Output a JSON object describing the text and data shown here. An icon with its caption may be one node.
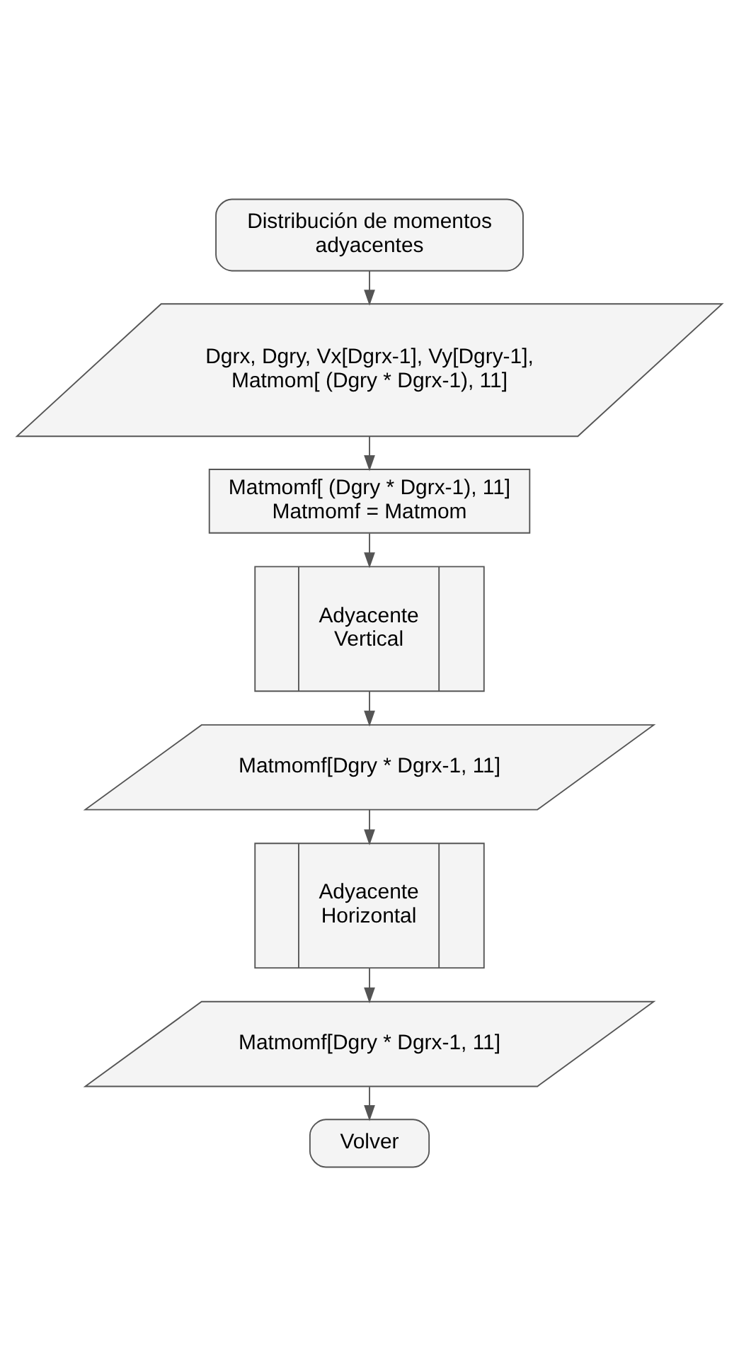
{
  "diagram": {
    "nodes": [
      {
        "text": [
          "Distribución de momentos adyacentes"
        ]
      },
      {
        "text": [
          "Dgrx, Dgry, Vx[Dgrx-1], Vy[Dgry-1], Matmom[ (Dgry * Dgrx-1), 11]"
        ]
      },
      {
        "text": [
          "Matmomf[ (Dgry * Dgrx-1), 11]",
          "Matmomf = Matmom"
        ]
      },
      {
        "text": [
          "Adyacente Vertical"
        ]
      },
      {
        "text": [
          "Matmomf[Dgry * Dgrx-1, 11]"
        ]
      },
      {
        "text": [
          "Adyacente Horizontal"
        ]
      },
      {
        "text": [
          "Matmomf[Dgry * Dgrx-1, 11]"
        ]
      },
      {
        "text": [
          "Volver"
        ]
      }
    ],
    "edges": [
      {
        "from": 0,
        "to": 1,
        "arrow": "to"
      },
      {
        "from": 1,
        "to": 2,
        "arrow": "to"
      },
      {
        "from": 2,
        "to": 3,
        "arrow": "to"
      },
      {
        "from": 3,
        "to": 4,
        "arrow": "to"
      },
      {
        "from": 4,
        "to": 5,
        "arrow": "to"
      },
      {
        "from": 5,
        "to": 6,
        "arrow": "to"
      },
      {
        "from": 6,
        "to": 7,
        "arrow": "to"
      }
    ]
  }
}
